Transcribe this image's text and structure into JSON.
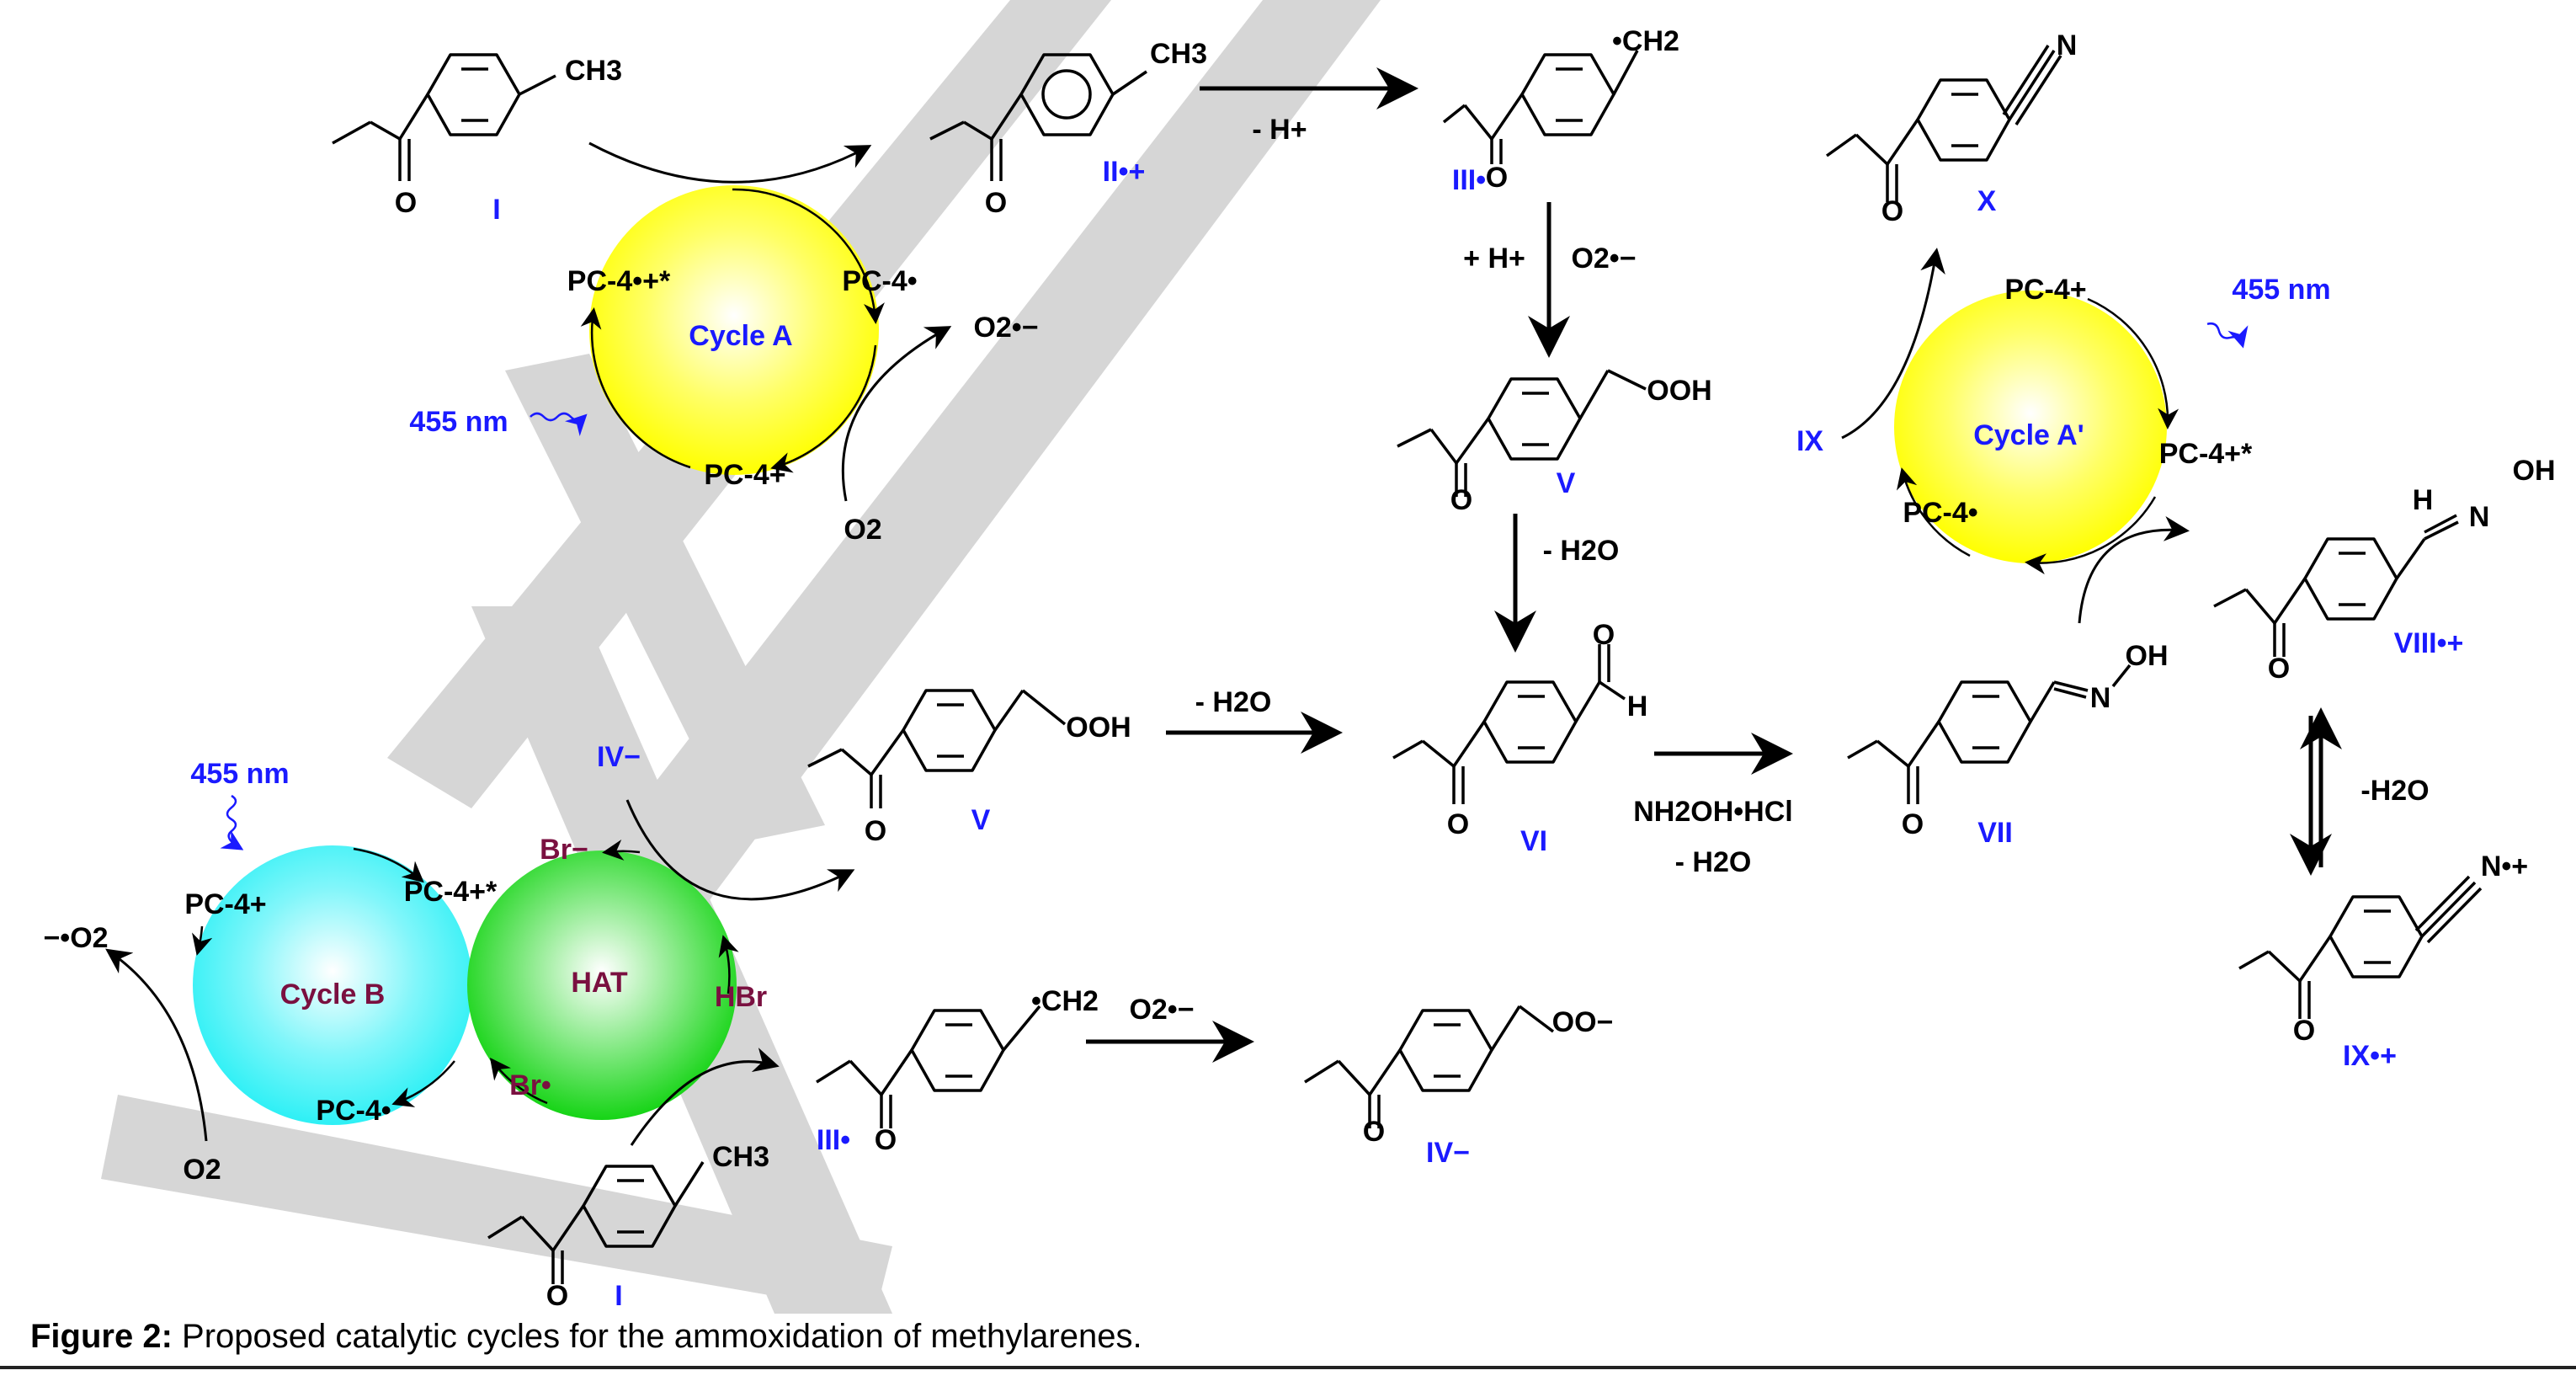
{
  "colors": {
    "blue": "#1a1aff",
    "maroon": "#7a1040",
    "yellow": "#ffff00",
    "cyan": "#2ef0f5",
    "green": "#16d416",
    "watermark": "#c8c8c8"
  },
  "figure": {
    "caption_label": "Figure 2:",
    "caption_text": "Proposed catalytic cycles for the ammoxidation of methylarenes."
  },
  "cycles": {
    "a": {
      "label": "Cycle A",
      "pc_excited": "PC-4•+*",
      "pc_radical": "PC-4•",
      "pc_cation": "PC-4+",
      "light": "455 nm",
      "o2": "O2",
      "superoxide": "O2•−"
    },
    "a_prime": {
      "label": "Cycle A'",
      "pc_cation": "PC-4+",
      "pc_excited": "PC-4+*",
      "pc_radical": "PC-4•",
      "light": "455 nm",
      "substrate": "IX"
    },
    "b": {
      "label": "Cycle B",
      "pc_cation": "PC-4+",
      "pc_excited": "PC-4+*",
      "pc_radical": "PC-4•",
      "light": "455 nm",
      "o2": "O2",
      "superoxide": "−•O2",
      "anion_in": "IV−"
    },
    "hat": {
      "label": "HAT",
      "br_anion": "Br−",
      "hbr": "HBr",
      "br_radical": "Br•"
    }
  },
  "compounds": {
    "I": "I",
    "II": "II•+",
    "III": "III•",
    "IV": "IV−",
    "V": "V",
    "VI": "VI",
    "VII": "VII",
    "VIII": "VIII•+",
    "IX": "IX•+",
    "X": "X"
  },
  "groups": {
    "ch3": "CH3",
    "ch2_radical": "•CH2",
    "ooh": "OOH",
    "oo_minus": "OO−",
    "h": "H",
    "oh": "OH",
    "n": "N",
    "o": "O",
    "n_cation": "N•+"
  },
  "conditions": {
    "minus_h_plus": "- H+",
    "plus_h_plus": "+ H+",
    "superoxide": "O2•−",
    "minus_h2o": "- H2O",
    "minus_h2o_compact": "-H2O",
    "nh2oh_hcl": "NH2OH•HCl"
  }
}
